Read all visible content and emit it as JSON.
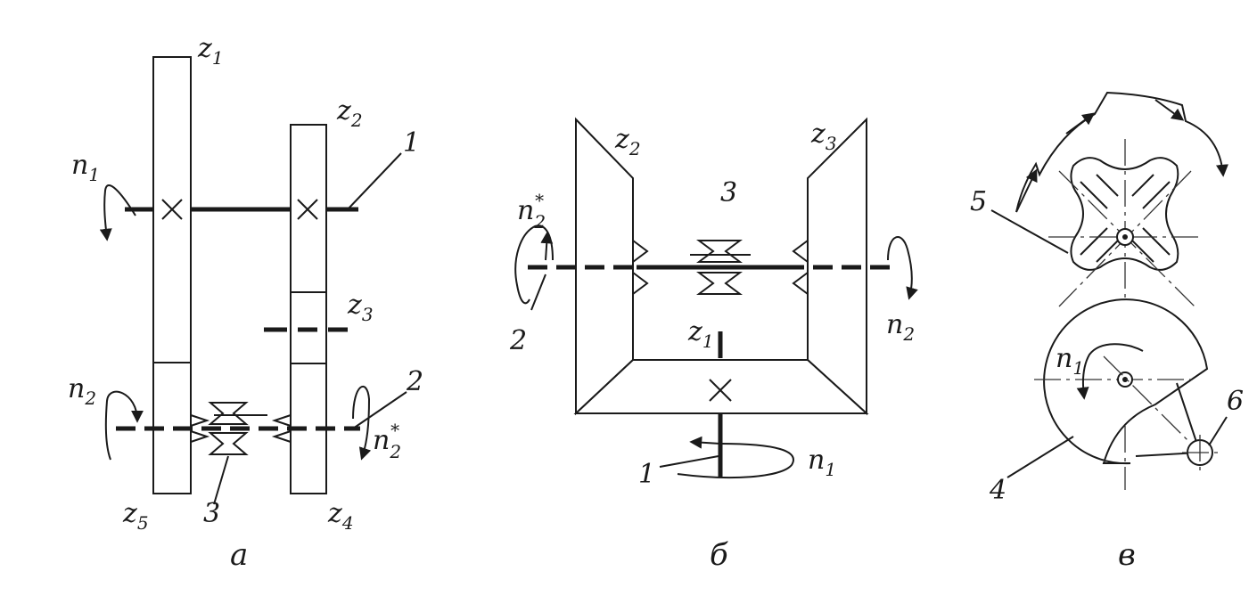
{
  "panel_a": {
    "caption": "а",
    "z1": "z",
    "z1_sub": "1",
    "z2": "z",
    "z2_sub": "2",
    "z3": "z",
    "z3_sub": "3",
    "z4": "z",
    "z4_sub": "4",
    "z5": "z",
    "z5_sub": "5",
    "n1": "n",
    "n1_sub": "1",
    "n2": "n",
    "n2_sub": "2",
    "n2s": "n",
    "n2s_sub": "2",
    "n2s_sup": "*",
    "label_1": "1",
    "label_2": "2",
    "label_3": "3"
  },
  "panel_b": {
    "caption": "б",
    "z1": "z",
    "z1_sub": "1",
    "z2": "z",
    "z2_sub": "2",
    "z3": "z",
    "z3_sub": "3",
    "n1": "n",
    "n1_sub": "1",
    "n2": "n",
    "n2_sub": "2",
    "n2s": "n",
    "n2s_sub": "2",
    "n2s_sup": "*",
    "label_1": "1",
    "label_2": "2",
    "label_3": "3"
  },
  "panel_c": {
    "caption": "в",
    "n1": "n",
    "n1_sub": "1",
    "label_4": "4",
    "label_5": "5",
    "label_6": "6"
  }
}
